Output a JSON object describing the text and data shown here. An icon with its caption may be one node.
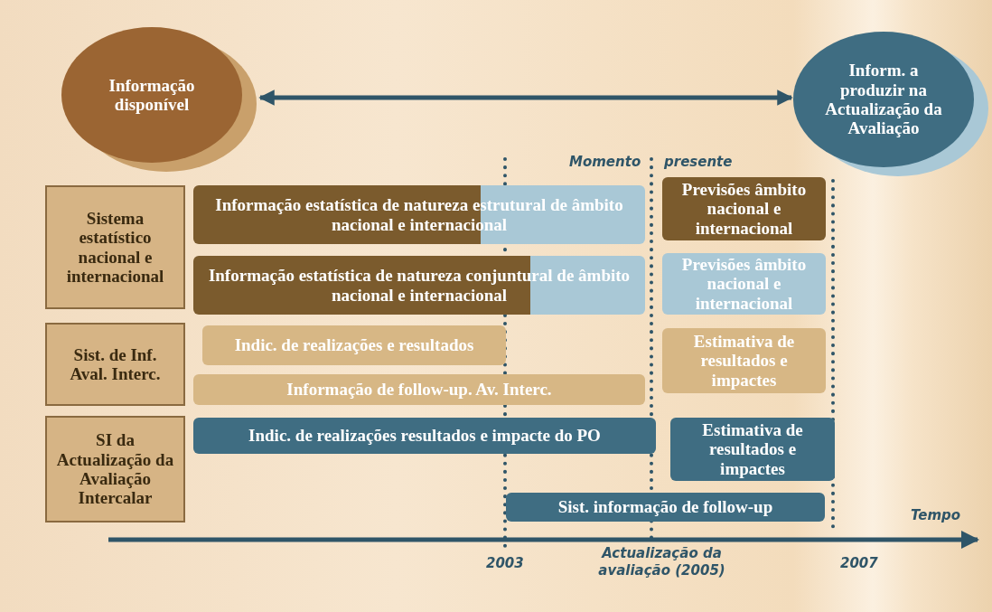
{
  "diagram": {
    "nodes": [
      {
        "text": [
          "Informação disponível"
        ]
      },
      {
        "text": [
          "Inform. a produzir na Actualização da Avaliação"
        ]
      },
      {
        "text": [
          "Sistema estatístico nacional e internacional"
        ]
      },
      {
        "text": [
          "Sist. de Inf. Aval. Interc."
        ]
      },
      {
        "text": [
          "SI da Actualização da Avaliação Intercalar"
        ]
      },
      {
        "text": [
          "Informação estatística de natureza estrutural de âmbito nacional e internacional"
        ]
      },
      {
        "text": [
          "Previsões âmbito nacional e internacional"
        ]
      },
      {
        "text": [
          "Informação estatística de natureza conjuntural de âmbito nacional e internacional"
        ]
      },
      {
        "text": [
          "Previsões âmbito nacional e internacional"
        ]
      },
      {
        "text": [
          "Indic. de realizações e resultados"
        ]
      },
      {
        "text": [
          "Estimativa de resultados e impactes"
        ]
      },
      {
        "text": [
          "Informação de follow-up. Av. Interc."
        ]
      },
      {
        "text": [
          "Indic. de realizações resultados e impacte do PO"
        ]
      },
      {
        "text": [
          "Estimativa de resultados e impactes"
        ]
      },
      {
        "text": [
          "Sist. informação de follow-up"
        ]
      }
    ],
    "edges": [
      {
        "from": 0,
        "to": 1,
        "arrow": "both"
      }
    ],
    "labels": [
      "Momento",
      "presente",
      "Tempo",
      "2003",
      "Actualização da avaliação (2005)",
      "2007"
    ]
  }
}
